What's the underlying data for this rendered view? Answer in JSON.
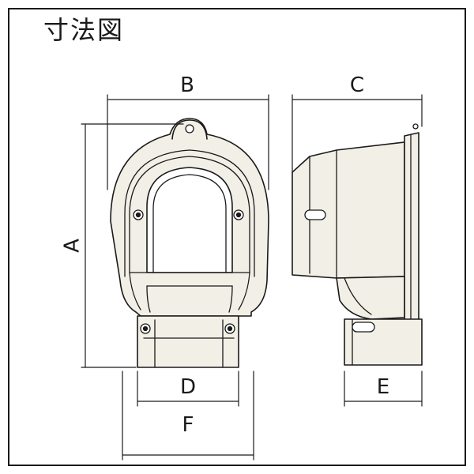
{
  "title": "寸法図",
  "labels": {
    "a": "A",
    "b": "B",
    "c": "C",
    "d": "D",
    "e": "E",
    "f": "F"
  },
  "colors": {
    "line": "#1a1a1a",
    "body_fill": "#f2efe6",
    "background": "#ffffff"
  }
}
